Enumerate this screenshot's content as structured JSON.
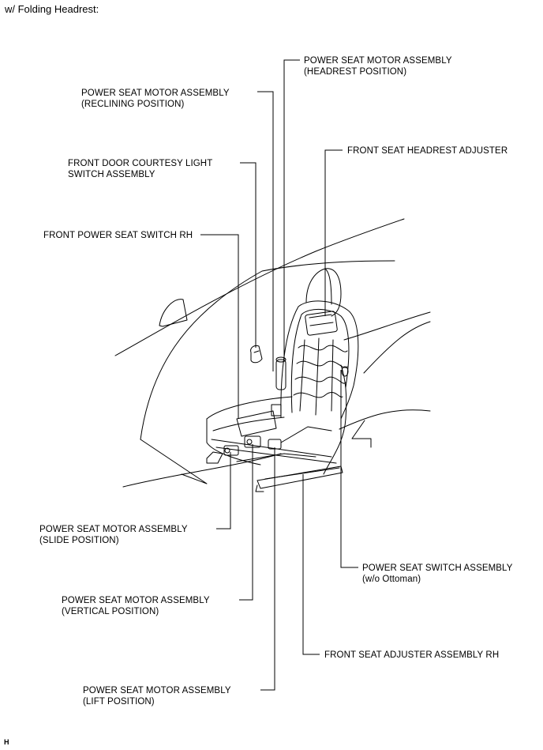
{
  "header": "w/ Folding Headrest:",
  "labels": {
    "headrest_position": [
      "POWER SEAT MOTOR ASSEMBLY",
      "(HEADREST POSITION)"
    ],
    "reclining_position": [
      "POWER SEAT MOTOR ASSEMBLY",
      "(RECLINING POSITION)"
    ],
    "headrest_adjuster": [
      "FRONT SEAT HEADREST ADJUSTER"
    ],
    "courtesy_switch": [
      "FRONT DOOR COURTESY LIGHT",
      "SWITCH ASSEMBLY"
    ],
    "power_seat_switch_rh": [
      "FRONT POWER SEAT SWITCH RH"
    ],
    "slide_position": [
      "POWER SEAT MOTOR ASSEMBLY",
      "(SLIDE POSITION)"
    ],
    "seat_switch_assembly": [
      "POWER SEAT SWITCH ASSEMBLY",
      "(w/o Ottoman)"
    ],
    "vertical_position": [
      "POWER SEAT MOTOR ASSEMBLY",
      "(VERTICAL POSITION)"
    ],
    "seat_adjuster": [
      "FRONT SEAT ADJUSTER ASSEMBLY RH"
    ],
    "lift_position": [
      "POWER SEAT MOTOR ASSEMBLY",
      "(LIFT POSITION)"
    ]
  },
  "footer_code": "H"
}
